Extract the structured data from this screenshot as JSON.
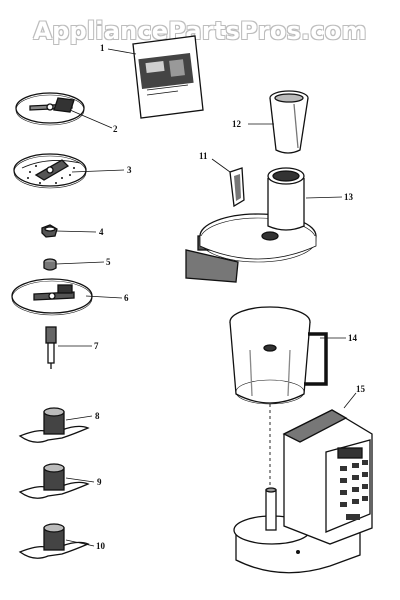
{
  "watermark": "AppliancePartsPros.com",
  "manual_title": "Food Preparation Processor",
  "callouts": [
    {
      "id": "1",
      "label": "1"
    },
    {
      "id": "2",
      "label": "2"
    },
    {
      "id": "3",
      "label": "3"
    },
    {
      "id": "4",
      "label": "4"
    },
    {
      "id": "5",
      "label": "5"
    },
    {
      "id": "6",
      "label": "6"
    },
    {
      "id": "7",
      "label": "7"
    },
    {
      "id": "8",
      "label": "8"
    },
    {
      "id": "9",
      "label": "9"
    },
    {
      "id": "10",
      "label": "10"
    },
    {
      "id": "11",
      "label": "11"
    },
    {
      "id": "12",
      "label": "12"
    },
    {
      "id": "13",
      "label": "13"
    },
    {
      "id": "14",
      "label": "14"
    },
    {
      "id": "15",
      "label": "15"
    }
  ]
}
